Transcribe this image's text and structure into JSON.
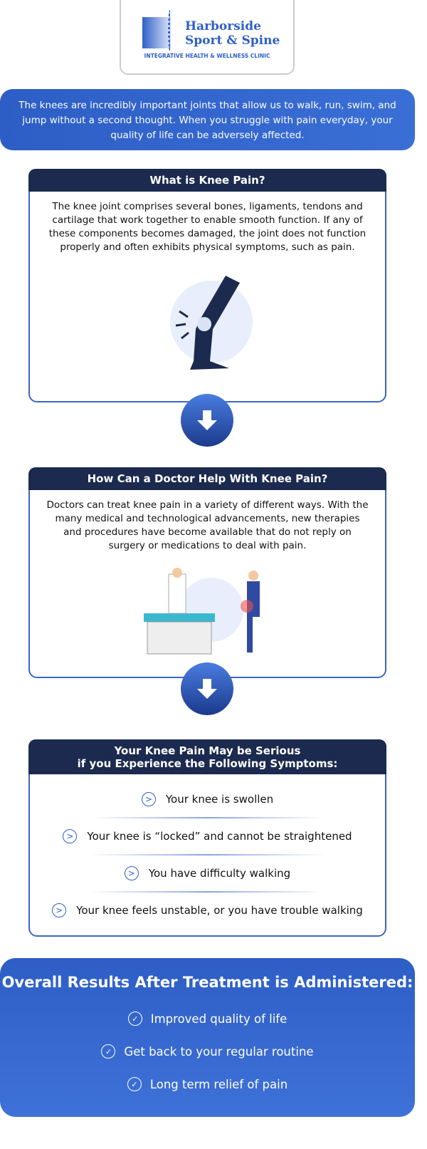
{
  "logo": {
    "line1": "Harborside",
    "line2": "Sport & Spine",
    "tagline": "INTEGRATIVE HEALTH & WELLNESS CLINIC"
  },
  "intro": "The knees are incredibly important joints that allow us to walk, run, swim, and jump without a second thought. When you struggle with pain everyday, your quality of life can be adversely affected.",
  "section1": {
    "title": "What is Knee Pain?",
    "body": "The knee joint comprises several bones, ligaments, tendons and cartilage that work together to enable smooth function. If any of these components becomes damaged, the joint does not function properly and often exhibits physical symptoms, such as pain."
  },
  "section2": {
    "title": "How Can a Doctor Help With Knee Pain?",
    "body": "Doctors can treat knee pain in a variety of different ways. With the many medical and technological advancements, new therapies and procedures have become available that do not reply on surgery or medications to deal with pain."
  },
  "section3": {
    "title1": "Your Knee Pain May be Serious",
    "title2": "if you Experience the Following Symptoms:",
    "items": [
      "Your knee is swollen",
      "Your knee is “locked” and cannot be straightened",
      "You have difficulty walking",
      "Your knee feels unstable, or you have trouble walking"
    ]
  },
  "results": {
    "title": "Overall Results After Treatment is Administered:",
    "items": [
      "Improved quality of life",
      "Get back to your regular routine",
      "Long term relief of pain"
    ]
  }
}
